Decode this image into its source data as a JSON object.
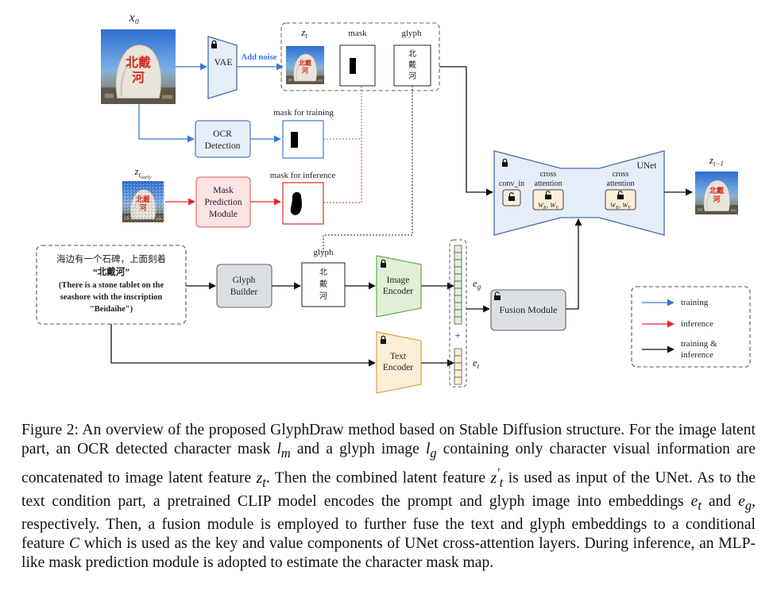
{
  "figure": {
    "labels": {
      "x0": "x₀",
      "zt": "z",
      "zt_sub": "t",
      "mask": "mask",
      "glyph": "glyph",
      "vae": "VAE",
      "add_noise": "Add noise",
      "ocr_line1": "OCR",
      "ocr_line2": "Detection",
      "mask_training": "mask for training",
      "mask_inference": "mask for inference",
      "zt_early": "z",
      "zt_early_sub": "t",
      "zt_early_subsub": "early",
      "mpm_line1": "Mask",
      "mpm_line2": "Prediction",
      "mpm_line3": "Module",
      "unet": "UNet",
      "conv_in": "conv_in",
      "cross1": "cross",
      "attention1": "attention",
      "cross2": "cross",
      "attention2": "attention",
      "wk_wv": "W",
      "zt_minus1": "z",
      "zt_minus1_sub": "t−1",
      "glyph_mid": "glyph",
      "prompt_cn1": "海边有一个石碑，上面刻着",
      "prompt_cn2": "“北戴河”",
      "prompt_en1": "(There is a stone tablet on the",
      "prompt_en2": "seashore with the inscription",
      "prompt_en3": "\"Beidaihe\")",
      "glyph_builder_line1": "Glyph",
      "glyph_builder_line2": "Builder",
      "image_encoder_line1": "Image",
      "image_encoder_line2": "Encoder",
      "text_encoder_line1": "Text",
      "text_encoder_line2": "Encoder",
      "eg": "e",
      "eg_sub": "g",
      "et": "e",
      "et_sub": "t",
      "plus": "+",
      "fusion": "Fusion Module",
      "glyph_chars": [
        "北",
        "戴",
        "河"
      ],
      "stone_chars": [
        "北",
        "戴",
        "河"
      ]
    },
    "legend": {
      "training": "training",
      "inference": "inference",
      "both_line1": "training &",
      "both_line2": "inference"
    },
    "colors": {
      "training_arrow": "#3b78d8",
      "inference_arrow": "#e02a2a",
      "both_arrow": "#111111",
      "ocr_fill": "#e7eefb",
      "mpm_fill": "#fbe3e3",
      "glyph_builder_fill": "#dcdfe3",
      "image_encoder_fill": "#dff0d6",
      "text_encoder_fill": "#fbeed6",
      "vae_fill": "#e4edf8",
      "unet_fill": "#e4edf8",
      "fusion_fill": "#dcdfe3",
      "attn_fill": "#fbeed6",
      "eg_cell": "#dff0d6",
      "et_cell": "#fbeed6"
    }
  },
  "caption": {
    "p1": "Figure 2: An overview of the proposed GlyphDraw method based on Stable Diffusion structure. For the image latent part, an OCR detected character mask ",
    "lm": "l",
    "lm_sub": "m",
    "p2": " and a glyph image ",
    "lg": "l",
    "lg_sub": "g",
    "p3": " containing only character visual information are concatenated to image latent feature ",
    "zt": "z",
    "zt_sub": "t",
    "p4": ". Then the combined latent feature ",
    "ztp": "z",
    "ztp_sup": "′",
    "ztp_sub": "t",
    "p5": " is used as input of the UNet. As to the text condition part, a pretrained CLIP model encodes the prompt and glyph image into embeddings ",
    "et": "e",
    "et_sub": "t",
    "p6": " and ",
    "eg": "e",
    "eg_sub": "g",
    "p7": ", respectively. Then, a fusion module is employed to further fuse the text and glyph embeddings to a conditional feature ",
    "C": "C",
    "p8": " which is used as the key and value components of UNet cross-attention layers. During inference, an MLP-like mask prediction module is adopted to estimate the character mask map."
  }
}
